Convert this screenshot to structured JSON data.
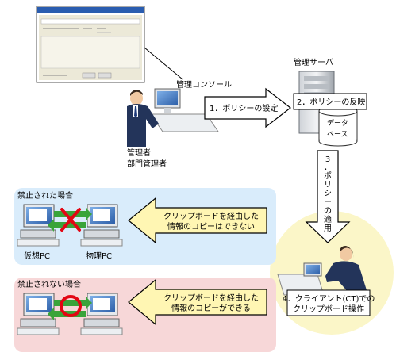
{
  "console_label": "管理コンソール",
  "admin_label_line1": "管理者",
  "admin_label_line2": "部門管理者",
  "server_label": "管理サーバ",
  "step1": "1．ポリシーの設定",
  "step2": "2．ポリシーの反映",
  "database_line1": "データ",
  "database_line2": "ベース",
  "step3_chars": [
    "3",
    "．",
    "ポ",
    "リ",
    "シ",
    "ー",
    "の",
    "適",
    "用"
  ],
  "client_step_line1": "4．クライアント(CT)での",
  "client_step_line2": "クリップボード操作",
  "prohibited": {
    "title": "禁止された場合",
    "message_line1": "クリップボードを経由した",
    "message_line2": "情報のコピーはできない",
    "virtual_pc": "仮想PC",
    "physical_pc": "物理PC"
  },
  "allowed": {
    "title": "禁止されない場合",
    "message_line1": "クリップボードを経由した",
    "message_line2": "情報のコピーができる"
  },
  "colors": {
    "blue_panel": "#d9ecfb",
    "pink_panel": "#f7d7d8",
    "yellow_circle": "#fbf6c8",
    "arrow_fill": "#fff6b3",
    "red_mark": "#e30613",
    "green_arrow": "#3aa43a"
  }
}
